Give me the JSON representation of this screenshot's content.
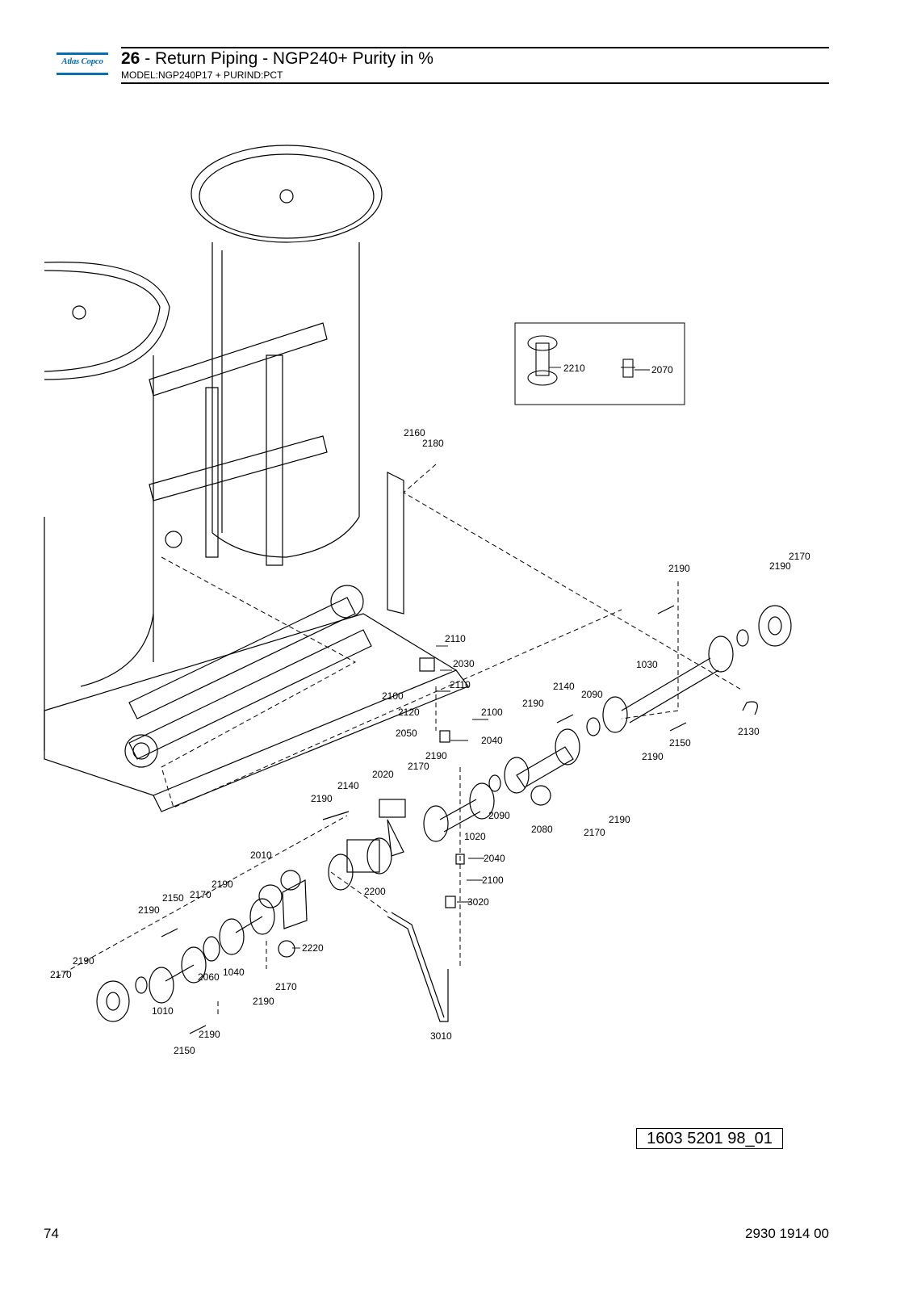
{
  "header": {
    "logo_text": "Atlas Copco",
    "section_number": "26",
    "title_rest": " - Return Piping - NGP240+ Purity in %",
    "subtitle": "MODEL:NGP240P17 + PURIND:PCT"
  },
  "diagram": {
    "callouts": {
      "c2210": "2210",
      "c2070": "2070",
      "c2160": "2160",
      "c2180": "2180",
      "c2110a": "2110",
      "c2030": "2030",
      "c2110b": "2110",
      "c2100a": "2100",
      "c2120": "2120",
      "c2100b": "2100",
      "c2050": "2050",
      "c2040a": "2040",
      "c2190a": "2190",
      "c2170a": "2170",
      "c2020": "2020",
      "c2140a": "2140",
      "c2190b": "2190",
      "c1020": "1020",
      "c2090a": "2090",
      "c2080": "2080",
      "c2170b": "2170",
      "c2190c": "2190",
      "c2040b": "2040",
      "c2100c": "2100",
      "c3020": "3020",
      "c2190d": "2190",
      "c2140b": "2140",
      "c2090b": "2090",
      "c1030": "1030",
      "c2190e": "2190",
      "c2170c": "2170",
      "c2190f": "2190",
      "c2130": "2130",
      "c2150a": "2150",
      "c2190g": "2190",
      "c2010": "2010",
      "c2200": "2200",
      "c2190h": "2190",
      "c2150b": "2150",
      "c2170d": "2170",
      "c2190i": "2190",
      "c2220": "2220",
      "c2060": "2060",
      "c1040": "1040",
      "c2190j": "2190",
      "c2170e": "2170",
      "c1010": "1010",
      "c2190k": "2190",
      "c2170f": "2170",
      "c2190l": "2190",
      "c2150c": "2150",
      "c3010": "3010"
    }
  },
  "footer": {
    "drawing_code": "1603 5201 98_01",
    "page_number": "74",
    "document_number": "2930 1914 00"
  }
}
